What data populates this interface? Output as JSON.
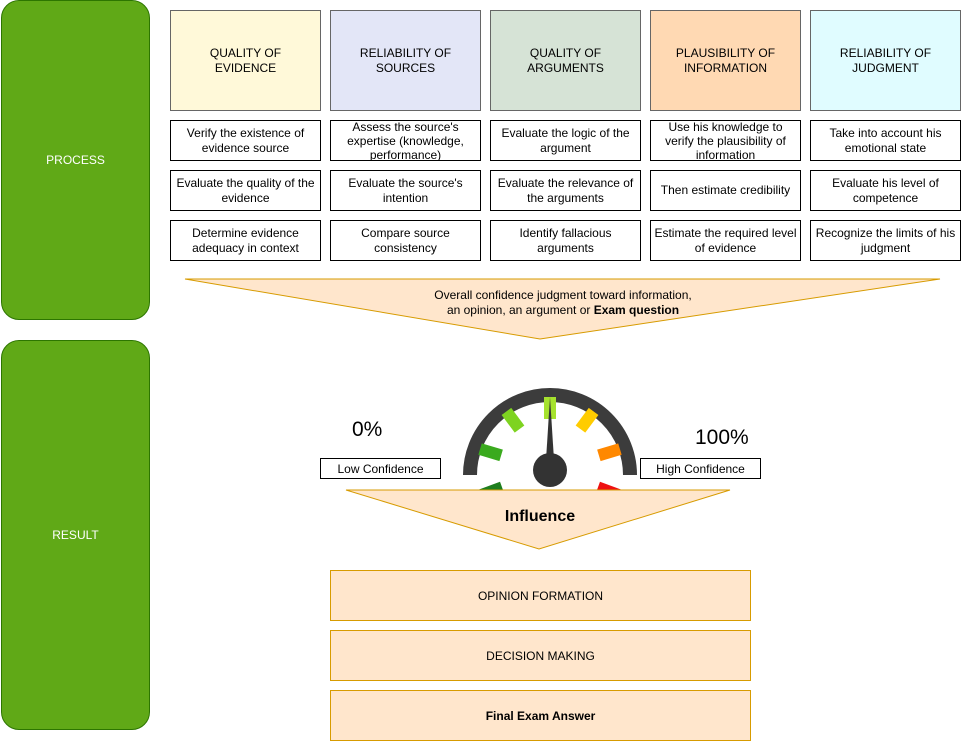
{
  "side_labels": {
    "process": "PROCESS",
    "result": "RESULT"
  },
  "columns": [
    {
      "header": "QUALITY OF EVIDENCE",
      "color": "#fff9d9",
      "items": [
        "Verify the existence of evidence source",
        "Evaluate the quality of the evidence",
        "Determine evidence adequacy in context"
      ]
    },
    {
      "header": "RELIABILITY OF SOURCES",
      "color": "#e3e6f7",
      "items": [
        "Assess the source's expertise (knowledge, performance)",
        "Evaluate the source's intention",
        "Compare source consistency"
      ]
    },
    {
      "header": "QUALITY OF ARGUMENTS",
      "color": "#d6e3d6",
      "items": [
        "Evaluate the logic of the argument",
        "Evaluate the relevance of the arguments",
        "Identify fallacious arguments"
      ]
    },
    {
      "header": "PLAUSIBILITY OF INFORMATION",
      "color": "#ffd9b3",
      "items": [
        "Use his knowledge to verify the plausibility of information",
        "Then estimate credibility",
        "Estimate the required level of evidence"
      ]
    },
    {
      "header": "RELIABILITY OF JUDGMENT",
      "color": "#e0fcff",
      "items": [
        "Take into account his emotional state",
        "Evaluate his level of competence",
        "Recognize the limits of his judgment"
      ]
    }
  ],
  "judgment": {
    "line1": "Overall confidence judgment toward information,",
    "line2_plain": "an opinion, an argument or ",
    "line2_bold": "Exam question"
  },
  "gauge": {
    "low_pct": "0%",
    "high_pct": "100%",
    "low_label": "Low Confidence",
    "high_label": "High Confidence",
    "segment_colors": [
      "#1e7e1e",
      "#3aaa1e",
      "#7ed321",
      "#a6e22e",
      "#ffcc00",
      "#ff8800",
      "#ee1111"
    ]
  },
  "influence": "Influence",
  "outcomes": [
    {
      "label": "OPINION FORMATION",
      "bold": false
    },
    {
      "label": "DECISION MAKING",
      "bold": false
    },
    {
      "label": "Final Exam Answer",
      "bold": true
    }
  ]
}
